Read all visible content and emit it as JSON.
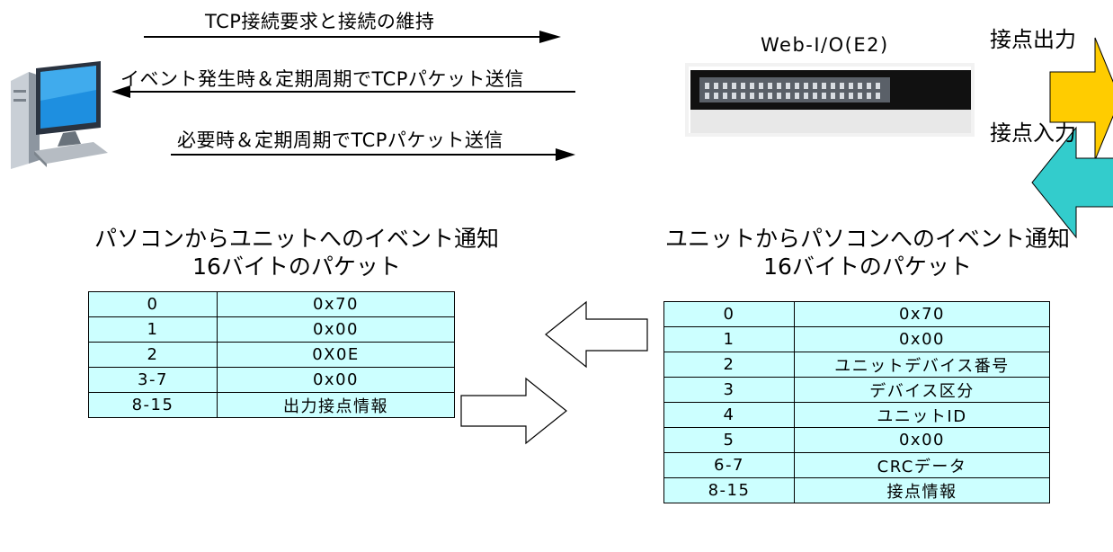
{
  "top_flow": {
    "messages": [
      "TCP接続要求と接続の維持",
      "イベント発生時＆定期周期でTCPパケット送信",
      "必要時＆定期周期でTCPパケット送信"
    ],
    "device_label": "Web-I/O(E2)",
    "contact_output": "接点出力",
    "contact_input": "接点入力"
  },
  "left_packet": {
    "title_line1": "パソコンからユニットへのイベント通知",
    "title_line2": "16バイトのパケット",
    "rows": [
      {
        "index": "0",
        "value": "0x70"
      },
      {
        "index": "1",
        "value": "0x00"
      },
      {
        "index": "2",
        "value": "0X0E"
      },
      {
        "index": "3-7",
        "value": "0x00"
      },
      {
        "index": "8-15",
        "value": "出力接点情報"
      }
    ]
  },
  "right_packet": {
    "title_line1": "ユニットからパソコンへのイベント通知",
    "title_line2": "16バイトのパケット",
    "rows": [
      {
        "index": "0",
        "value": "0x70"
      },
      {
        "index": "1",
        "value": "0x00"
      },
      {
        "index": "2",
        "value": "ユニットデバイス番号"
      },
      {
        "index": "3",
        "value": "デバイス区分"
      },
      {
        "index": "4",
        "value": "ユニットID"
      },
      {
        "index": "5",
        "value": "0x00"
      },
      {
        "index": "6-7",
        "value": "CRCデータ"
      },
      {
        "index": "8-15",
        "value": "接点情報"
      }
    ]
  },
  "icons": [
    "pc-icon",
    "web-io-device-icon",
    "output-arrow-icon",
    "input-arrow-icon",
    "transfer-left-arrow-icon",
    "transfer-right-arrow-icon"
  ],
  "colors": {
    "table_fill": "#ccffff",
    "output_arrow": "#ffcc00",
    "input_arrow": "#33cccc"
  }
}
